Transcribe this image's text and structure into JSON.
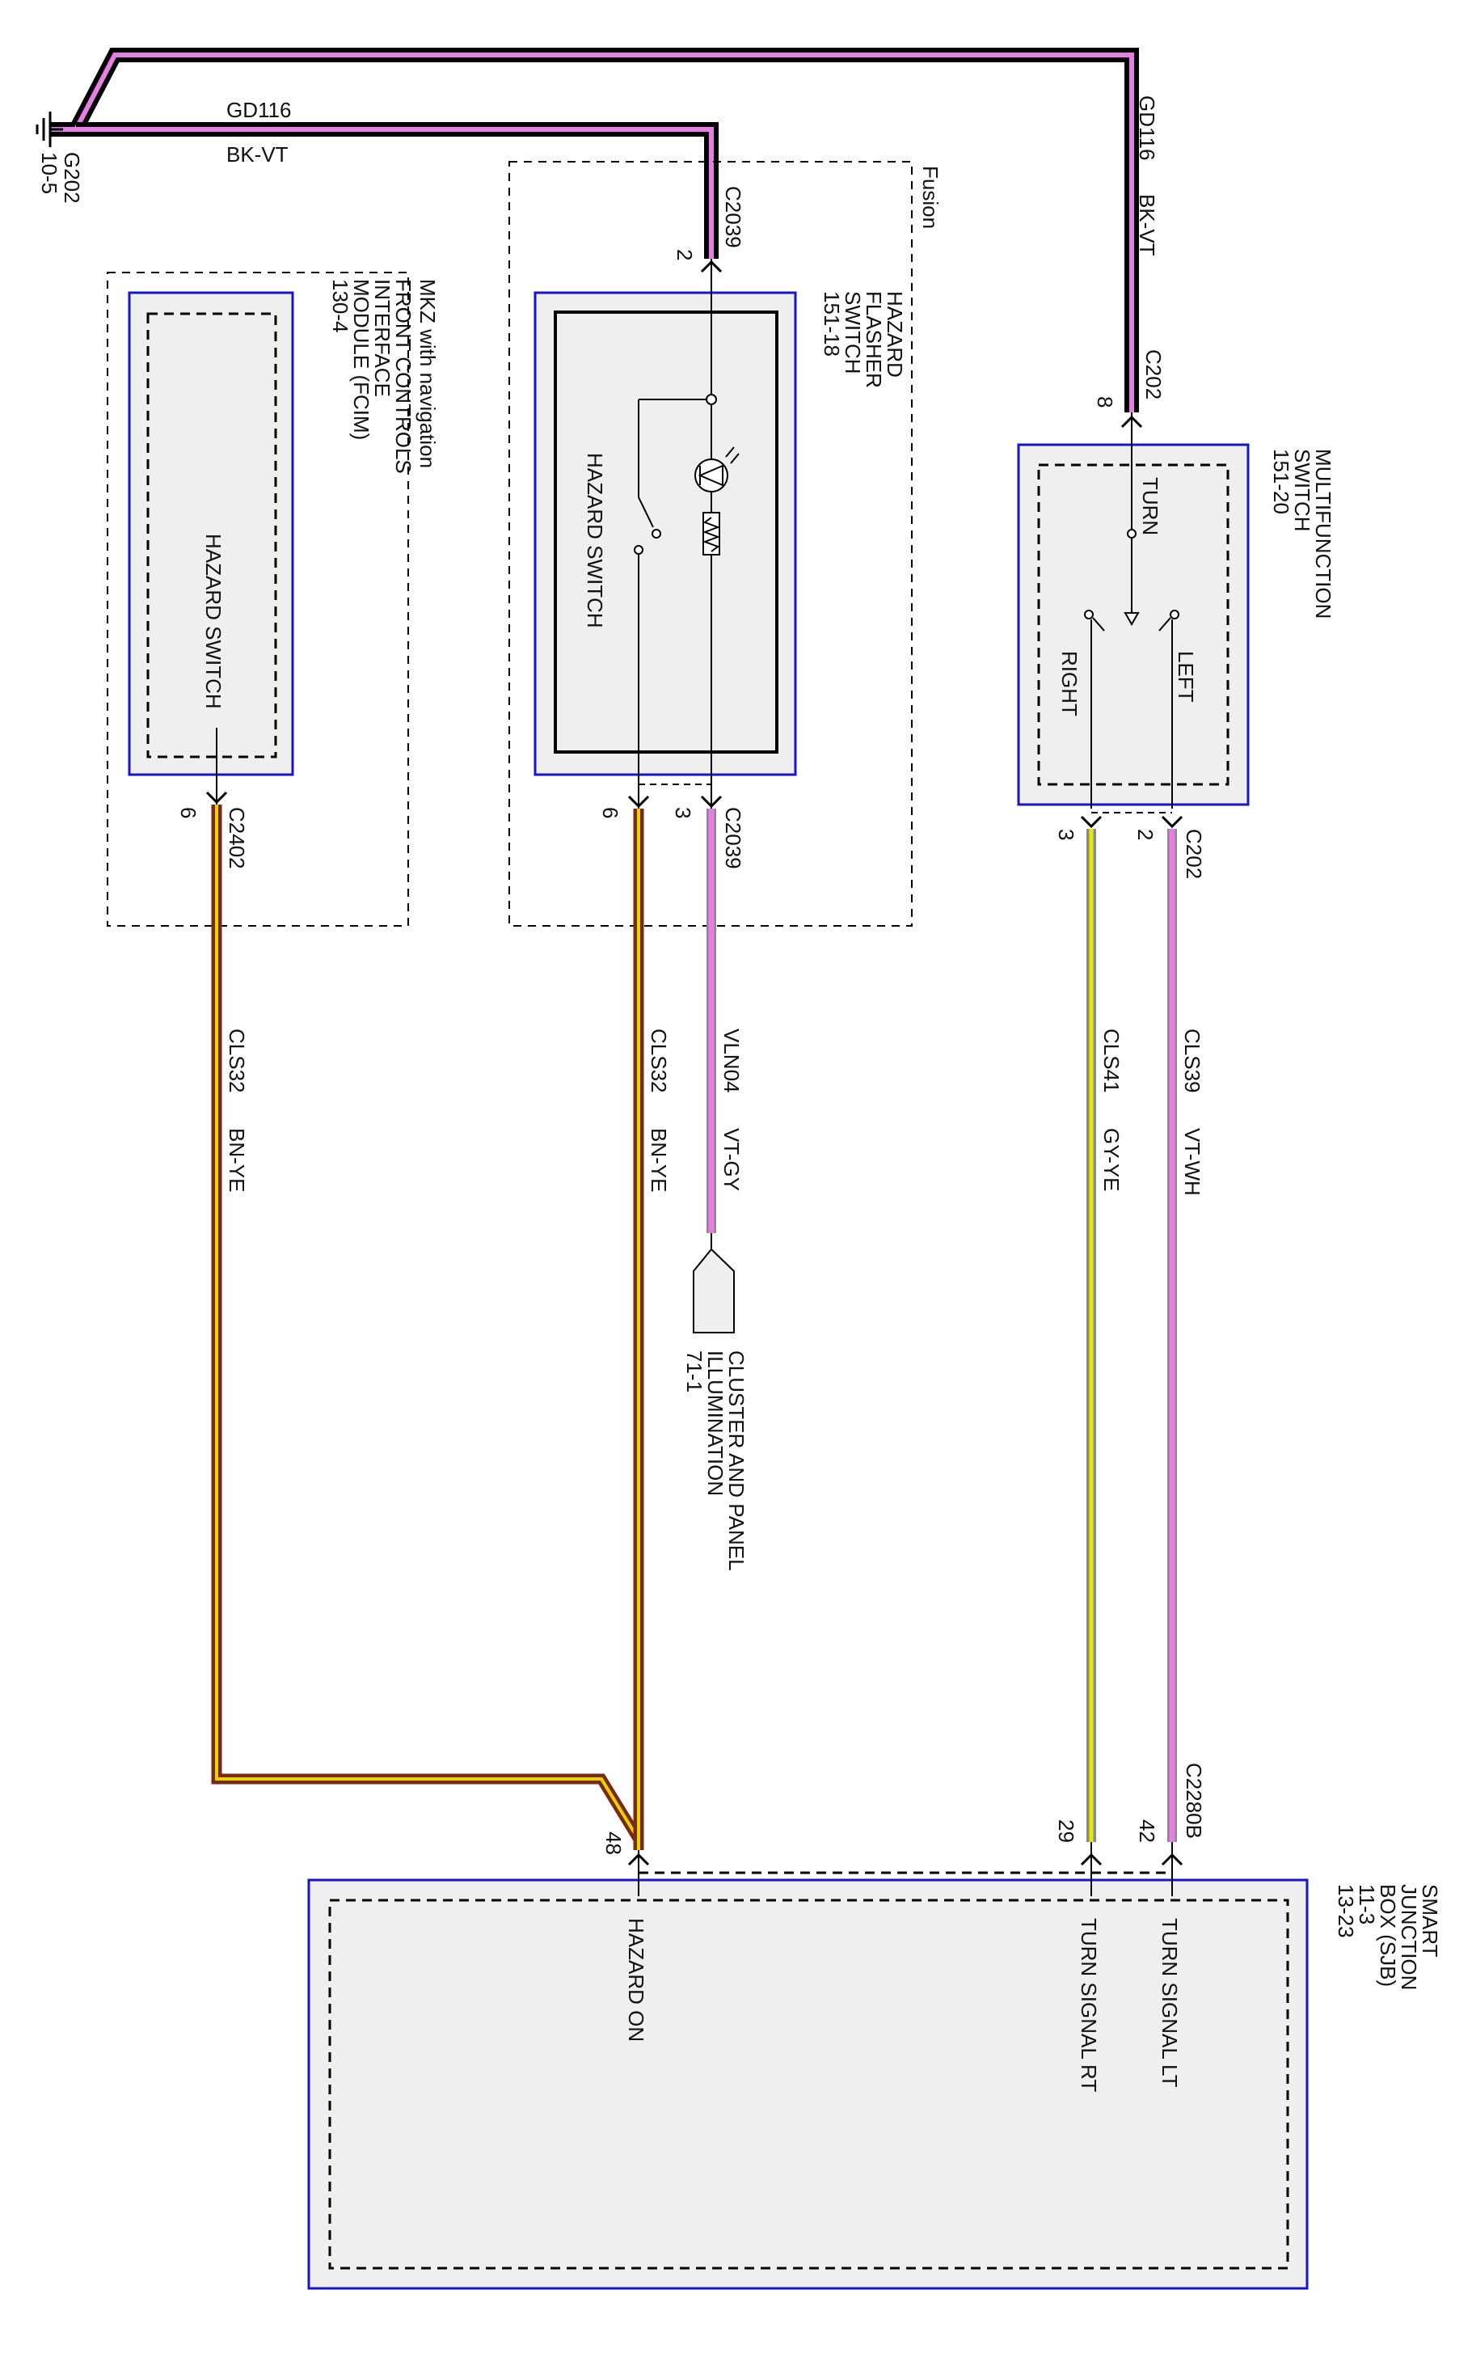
{
  "ground": {
    "id": "G202",
    "ref": "10-5"
  },
  "wires": {
    "gd116_left": {
      "circuit": "GD116",
      "color": "BK-VT"
    },
    "gd116_right": {
      "circuit": "GD116",
      "color": "BK-VT"
    },
    "vln04": {
      "circuit": "VLN04",
      "color": "VT-GY"
    },
    "cls32_hazard": {
      "circuit": "CLS32",
      "color": "BN-YE"
    },
    "cls32_fcim": {
      "circuit": "CLS32",
      "color": "BN-YE"
    },
    "cls41": {
      "circuit": "CLS41",
      "color": "GY-YE"
    },
    "cls39": {
      "circuit": "CLS39",
      "color": "VT-WH"
    }
  },
  "connectors": {
    "c2039_top": {
      "name": "C2039",
      "pin": "2"
    },
    "c2039_bottom": {
      "name": "C2039",
      "pin": "6",
      "pin2": "3"
    },
    "c2402": {
      "name": "C2402",
      "pin": "6"
    },
    "c202_top": {
      "name": "C202",
      "pin": "8"
    },
    "c202_bottom": {
      "name": "C202",
      "pin_right": "3",
      "pin_left": "2"
    },
    "c2280b": {
      "name": "C2280B",
      "pin_rt": "29",
      "pin_lt": "42"
    },
    "sjb_hazard": {
      "pin": "48"
    }
  },
  "components": {
    "fcim": {
      "variant": "MKZ with navigation",
      "name_lines": [
        "FRONT CONTROLS",
        "INTERFACE",
        "MODULE (FCIM)",
        "130-4"
      ],
      "internal": "HAZARD SWITCH"
    },
    "hazard_flasher": {
      "variant": "Fusion",
      "name_lines": [
        "HAZARD",
        "FLASHER",
        "SWITCH",
        "151-18"
      ],
      "internal": "HAZARD SWITCH"
    },
    "multifunction": {
      "name_lines": [
        "MULTIFUNCTION",
        "SWITCH",
        "151-20"
      ],
      "turn": "TURN",
      "right": "RIGHT",
      "left": "LEFT"
    },
    "cluster": {
      "name_lines": [
        "CLUSTER AND PANEL",
        "ILLUMINATION",
        "71-1"
      ]
    },
    "sjb": {
      "name_lines": [
        "SMART",
        "JUNCTION",
        "BOX (SJB)",
        "11-3",
        "13-23"
      ],
      "hazard_on": "HAZARD ON",
      "turn_rt": "TURN SIGNAL RT",
      "turn_lt": "TURN SIGNAL LT"
    }
  },
  "colors": {
    "violet": "#e67ee6",
    "black": "#000000",
    "brown": "#7a2a10",
    "yellow": "#e8d400",
    "gray": "#8a8a8a",
    "box_fill": "#efefef",
    "box_border": "#1515cc"
  }
}
